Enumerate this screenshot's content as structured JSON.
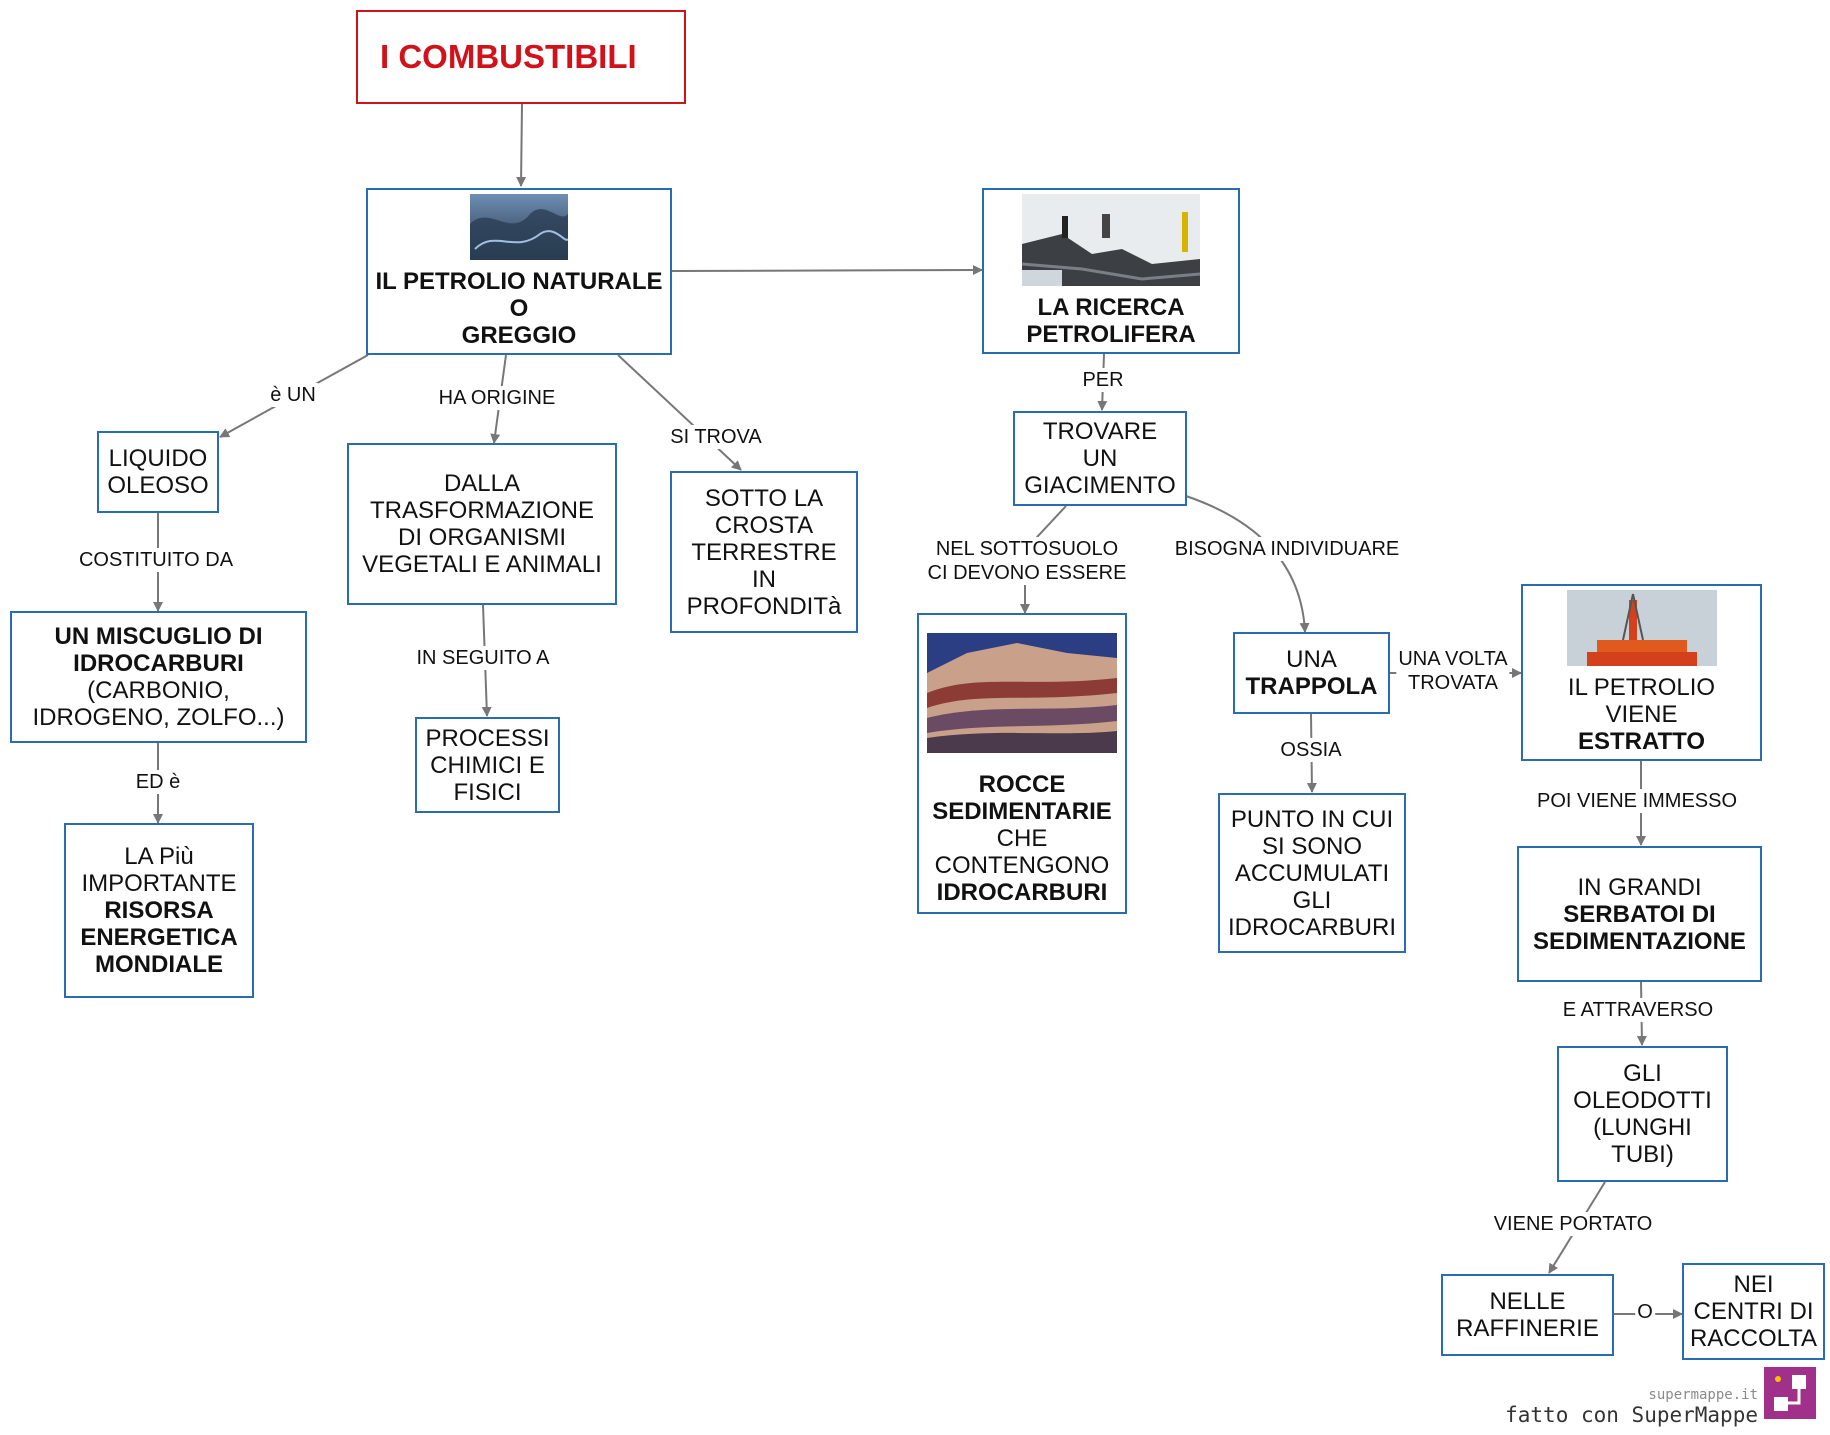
{
  "nodes": {
    "title": [
      "I  COMBUSTIBILI"
    ],
    "petrolio": [
      "IL  PETROLIO  NATURALE",
      "O",
      "GREGGIO"
    ],
    "ricerca": [
      "LA  RICERCA",
      "PETROLIFERA"
    ],
    "liquido": [
      "LIQUIDO",
      "OLEOSO"
    ],
    "dalla": [
      "DALLA",
      "TRASFORMAZIONE",
      "DI ORGANISMI",
      "VEGETALI E ANIMALI"
    ],
    "sotto": [
      "SOTTO LA",
      "CROSTA",
      "TERRESTRE",
      "IN",
      "PROFONDITà"
    ],
    "trovare": [
      "TROVARE",
      "UN",
      "GIACIMENTO"
    ],
    "miscuglio": [
      "UN  MISCUGLIO  DI",
      "IDROCARBURI",
      "(CARBONIO,",
      "IDROGENO, ZOLFO...)"
    ],
    "processi": [
      "PROCESSI",
      "CHIMICI E",
      "FISICI"
    ],
    "risorsa": [
      "LA Più",
      "IMPORTANTE",
      "RISORSA",
      "ENERGETICA",
      "MONDIALE"
    ],
    "rocce": [
      "ROCCE",
      "SEDIMENTARIE",
      "CHE",
      "CONTENGONO",
      "IDROCARBURI"
    ],
    "trappola": [
      "UNA",
      "TRAPPOLA"
    ],
    "punto": [
      "PUNTO IN CUI",
      "SI SONO",
      "ACCUMULATI",
      "GLI",
      "IDROCARBURI"
    ],
    "estratto": [
      "IL PETROLIO VIENE",
      "ESTRATTO"
    ],
    "serbatoi": [
      "IN GRANDI",
      "SERBATOI DI",
      "SEDIMENTAZIONE"
    ],
    "oleodotti": [
      "GLI",
      "OLEODOTTI",
      "(LUNGHI",
      "TUBI)"
    ],
    "raffinerie": [
      "NELLE",
      "RAFFINERIE"
    ],
    "centri": [
      "NEI",
      "CENTRI DI",
      "RACCOLTA"
    ]
  },
  "edge_labels": {
    "e_un": "è UN",
    "ha_origine": "HA ORIGINE",
    "si_trova": "SI TROVA",
    "per": "PER",
    "costituito_da": "COSTITUITO DA",
    "in_seguito_a": "IN SEGUITO A",
    "ed_e": "ED è",
    "nel_sottosuolo": [
      "NEL SOTTOSUOLO",
      "CI DEVONO ESSERE"
    ],
    "bisogna": "BISOGNA INDIVIDUARE",
    "una_volta": [
      "UNA VOLTA",
      "TROVATA"
    ],
    "ossia": "OSSIA",
    "poi_viene": "POI VIENE IMMESSO",
    "e_attraverso": "E ATTRAVERSO",
    "viene_portato": "VIENE PORTATO",
    "o": "O"
  },
  "footer": {
    "site": "supermappe.it",
    "made_with": "fatto con SuperMappe"
  },
  "colors": {
    "node_border": "#2a6cb0",
    "title": "#d0121b",
    "edge": "#777777",
    "logo": "#a0308a"
  }
}
